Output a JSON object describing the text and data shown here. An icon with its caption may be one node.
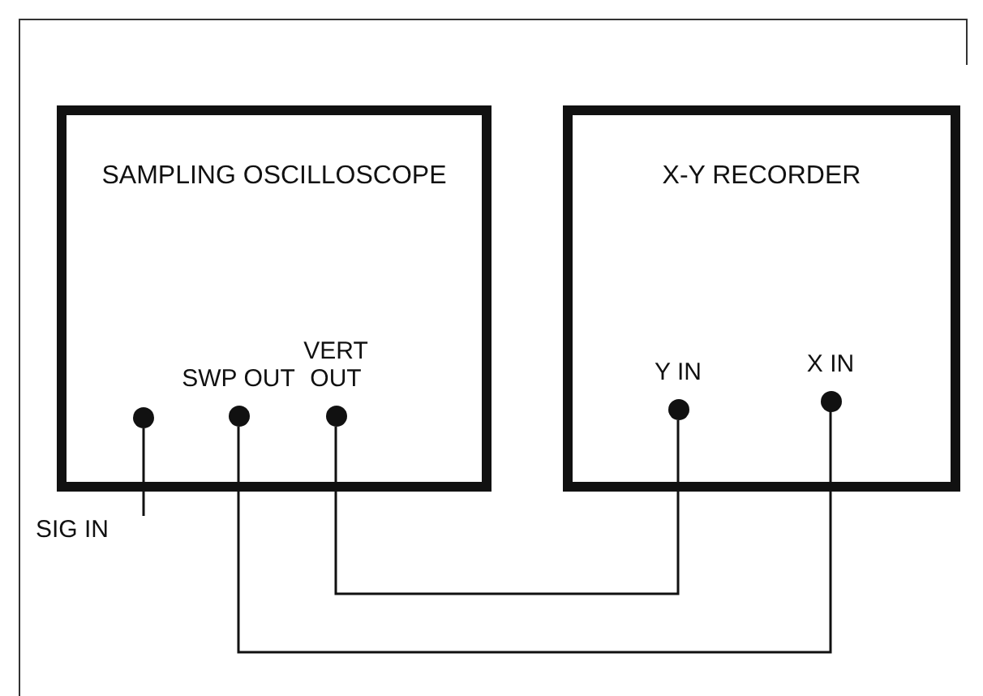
{
  "diagram": {
    "nodes": [
      {
        "text": [
          "SAMPLING OSCILLOSCOPE"
        ]
      },
      {
        "text": [
          "X-Y RECORDER"
        ]
      },
      {
        "text": [],
        "shape": "circle",
        "in": 0
      },
      {
        "text": [],
        "shape": "circle",
        "in": 0,
        "beside": [
          "SWP OUT"
        ]
      },
      {
        "text": [],
        "shape": "circle",
        "in": 0,
        "beside": [
          "VERT OUT"
        ]
      },
      {
        "text": [],
        "shape": "circle",
        "in": 1,
        "beside": [
          "Y IN"
        ]
      },
      {
        "text": [],
        "shape": "circle",
        "in": 1,
        "beside": [
          "X IN"
        ]
      },
      {
        "text": [
          "SIG IN"
        ]
      }
    ],
    "edges": [
      {
        "from": 2,
        "to": 7,
        "arrow": "none"
      },
      {
        "from": 4,
        "to": 5,
        "arrow": "none"
      },
      {
        "from": 3,
        "to": 6,
        "arrow": "none"
      }
    ]
  }
}
